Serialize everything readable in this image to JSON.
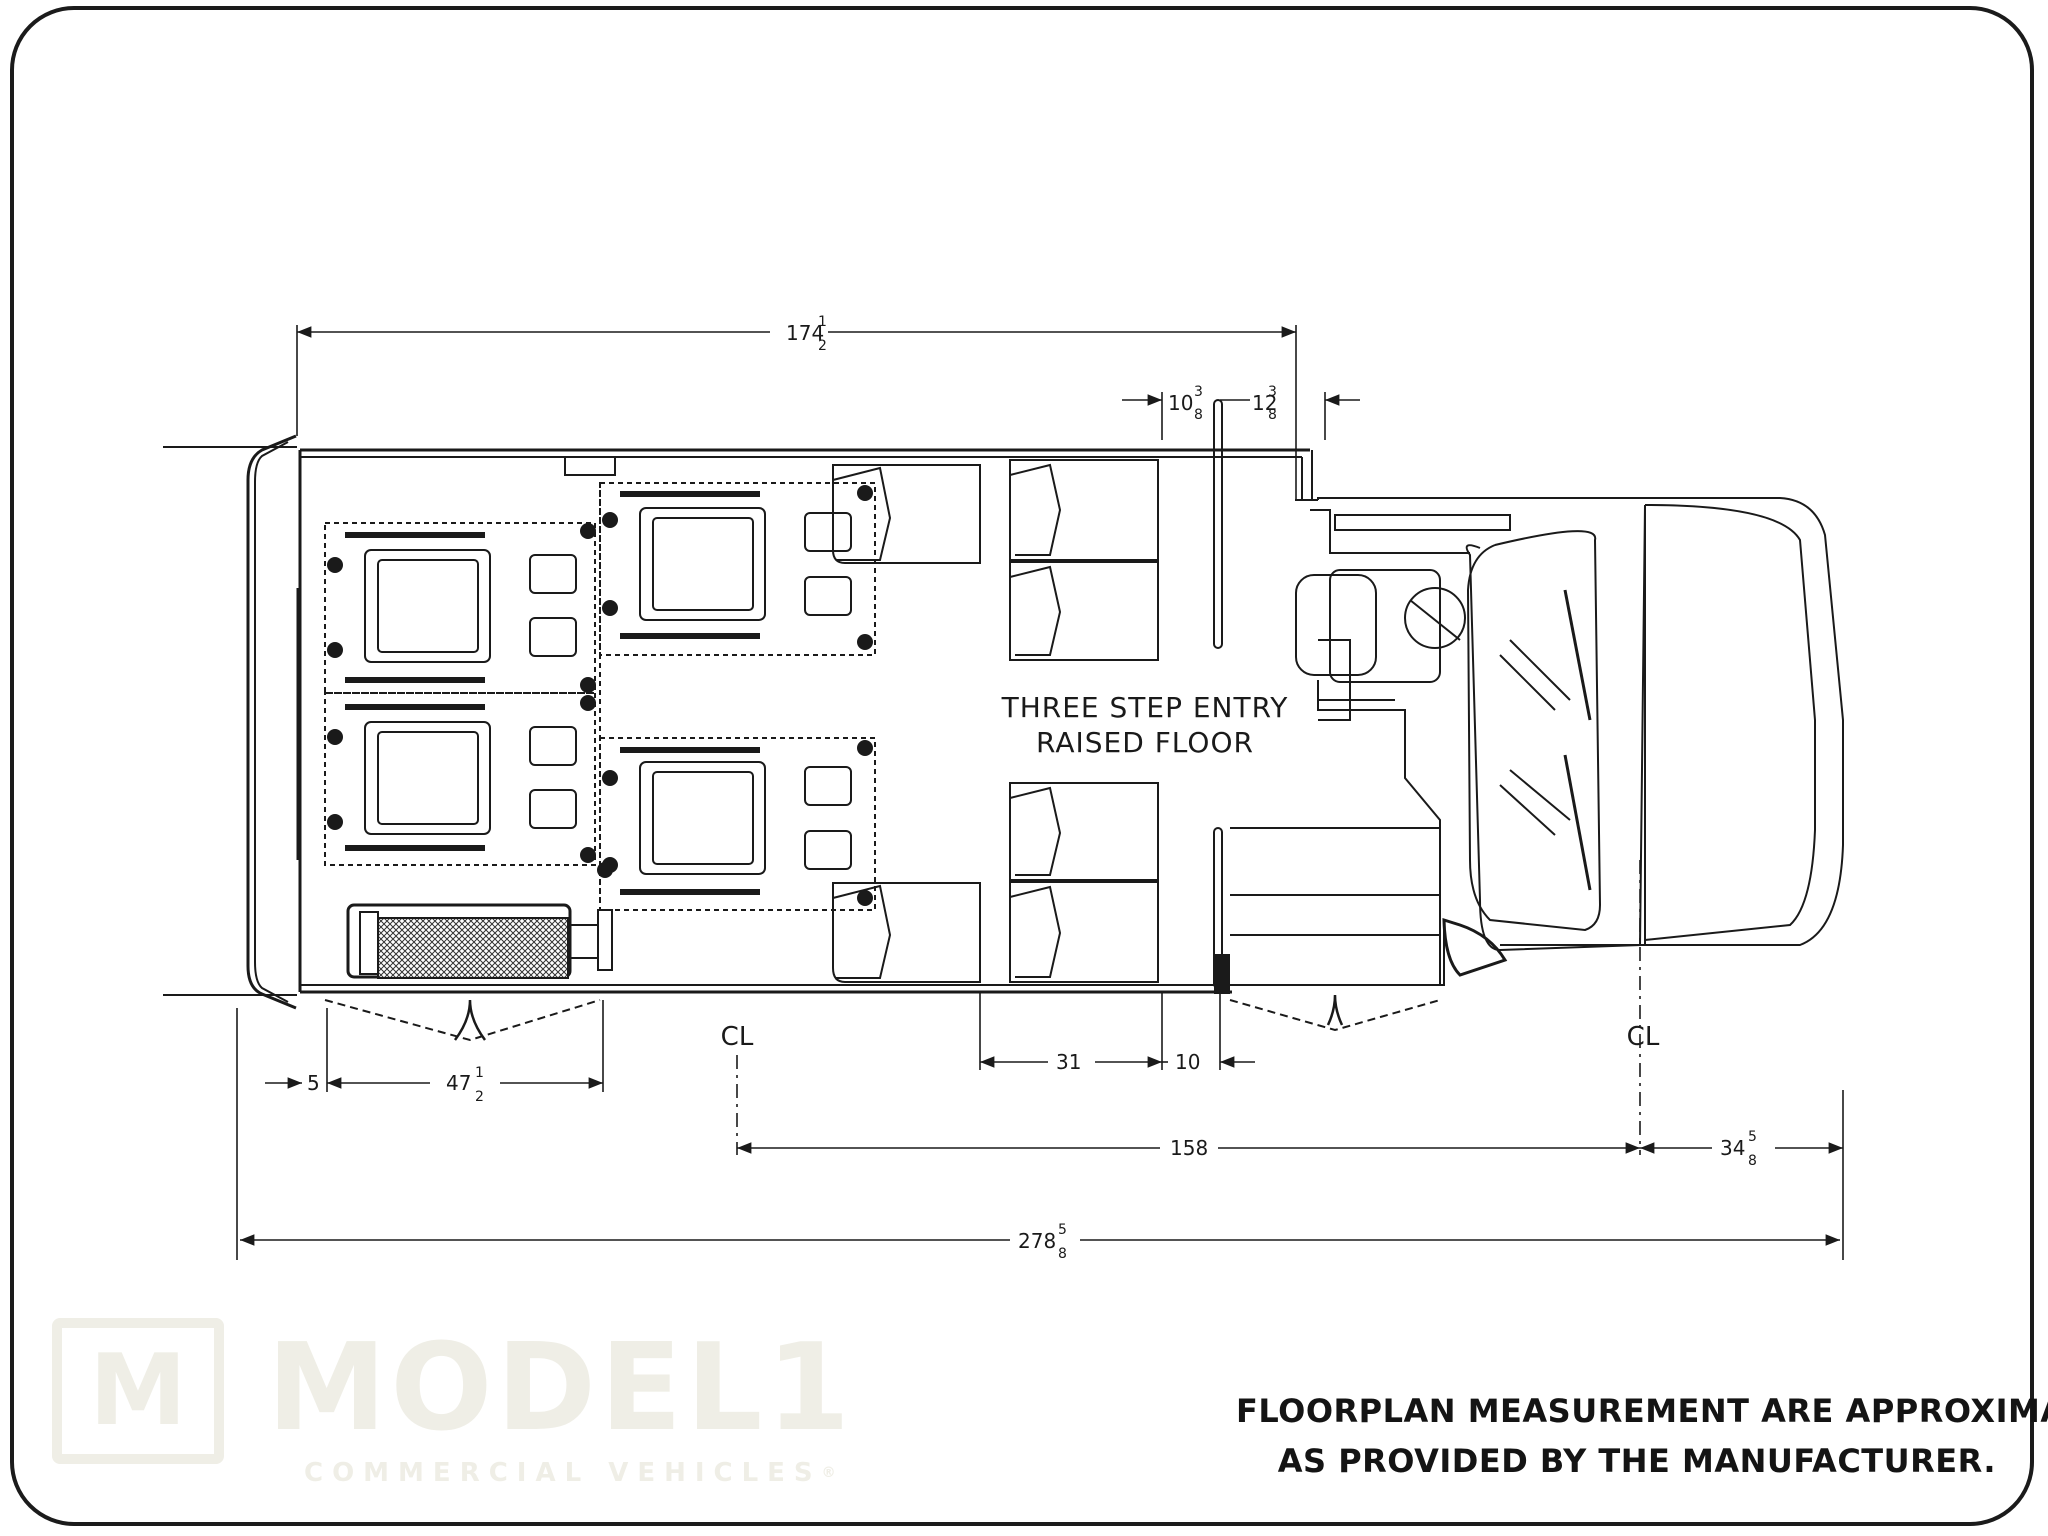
{
  "brand": {
    "mark": "M",
    "name": "MODEL1",
    "tagline": "COMMERCIAL VEHICLES",
    "registered": "®"
  },
  "disclaimer": {
    "line1": "FLOORPLAN MEASUREMENT ARE APPROXIMATE",
    "line2": "AS PROVIDED BY THE MANUFACTURER."
  },
  "floorplan": {
    "area_label_line1": "THREE STEP ENTRY",
    "area_label_line2": "RAISED FLOOR",
    "centerline_symbol": "CL",
    "dimensions": {
      "overall_interior": {
        "whole": "174",
        "num": "1",
        "den": "2"
      },
      "entry_width_a": {
        "whole": "10",
        "num": "3",
        "den": "8"
      },
      "entry_width_b": {
        "whole": "12",
        "num": "3",
        "den": "8"
      },
      "rear_offset": "5",
      "rear_door": {
        "whole": "47",
        "num": "1",
        "den": "2"
      },
      "seat_pitch": "31",
      "seat_to_step": "10",
      "wheelbase": "158",
      "front_overhang": {
        "whole": "34",
        "num": "5",
        "den": "8"
      },
      "overall_length": {
        "whole": "278",
        "num": "5",
        "den": "8"
      }
    },
    "colors": {
      "line": "#1a1a1a",
      "frame": "#1b1b1b",
      "watermark": "#efeee6"
    }
  }
}
